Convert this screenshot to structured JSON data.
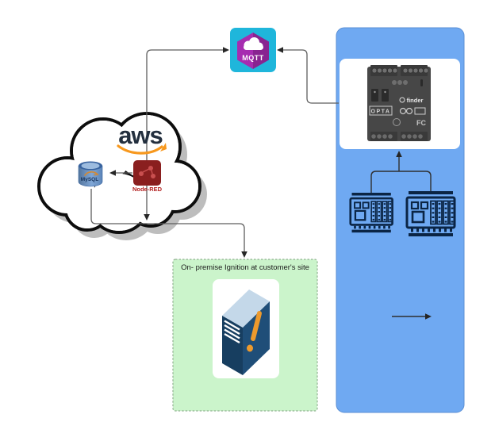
{
  "diagram": {
    "aws_cloud": {
      "logo_text": "aws"
    },
    "mysql": {
      "label": "MySQL"
    },
    "node_red": {
      "label": "Node-RED"
    },
    "mqtt": {
      "label": "MQTT"
    },
    "opta_device": {
      "model": "OPTA",
      "brand": "finder",
      "cert_mark": "FC"
    },
    "on_premise": {
      "label": "On- premise Ignition at customer's site"
    }
  },
  "colors": {
    "panel_blue": "#6FA9F2",
    "panel_blue_border": "#5B8FD4",
    "panel_green": "#CBF4CB",
    "panel_green_border": "#90B290",
    "mqtt_teal": "#1FB6DB",
    "mqtt_purple": "#A62CB0",
    "node_red_maroon": "#8A1F1F",
    "node_red_glyph": "#C94F4F",
    "node_red_label": "#B21E1E",
    "aws_navy": "#232F3E",
    "aws_orange": "#F7981D",
    "mysql_rim": "#38639F",
    "mysql_body": "#6F97CC",
    "mysql_text": "#16335C",
    "mysql_dolphin": "#CE8A3B",
    "ignition_navy": "#1F4E78",
    "ignition_left": "#173E60",
    "ignition_top": "#C4D8E9",
    "ignition_orange": "#ED9A2D",
    "plc_navy": "#0B2545",
    "connector_gray": "#5E5E5E",
    "connector_dark": "#2F2F2F",
    "arrowhead": "#262626",
    "cloud_outline": "#0D0D0D",
    "cloud_shadow": "#BDBDBD",
    "device_body": "#474747",
    "device_dark": "#3A3A3A"
  }
}
